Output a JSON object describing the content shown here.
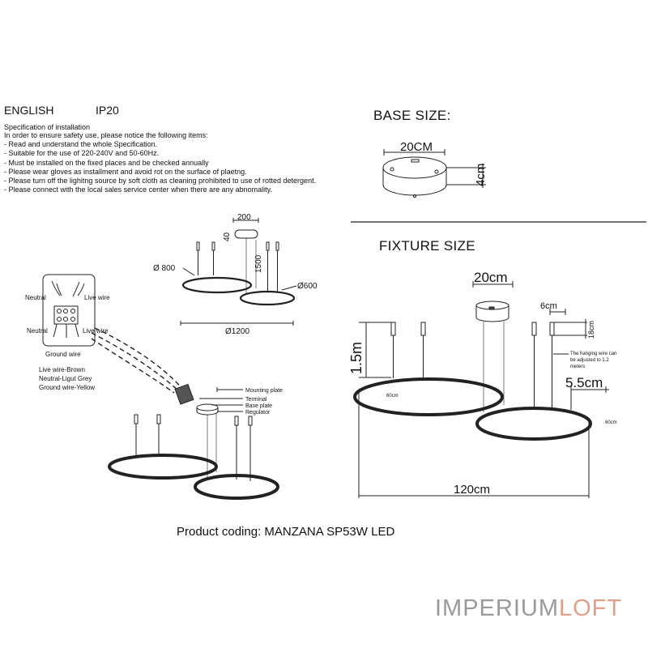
{
  "spec": {
    "language": "ENGLISH",
    "ip_rating": "IP20",
    "title": "Specification of installation",
    "lines": [
      "In order to ensure safety use, please notice the following items:",
      "- Read and understand the whole Specification.",
      "- Suitable for the use of 220-240V and 50-60Hz.",
      "- Must be installed on the fixed places and be checked annually",
      "- Please wear gloves as installment and avoid rot on the surface of plaetng.",
      "- Please turn off the lighitng source by soft cloth as cleaning prohibited to use of rotted detergent.",
      "- Please connect with the local sales service center when there are any abnomality."
    ]
  },
  "base": {
    "title": "BASE SIZE:",
    "diameter": "20CM",
    "height": "4cm"
  },
  "fixture": {
    "title": "FIXTURE SIZE",
    "canopy": "20cm",
    "cable_width": "6cm",
    "cable_top": "18cm",
    "drop": "1.5m",
    "ring_left_label": "60cm",
    "ring_right_label": "60cm",
    "ring_thickness": "5.5cm",
    "overall": "120cm",
    "note_lines": [
      "The hanging wire can",
      "be adjusted to 1.2",
      "meters"
    ]
  },
  "sketch": {
    "base": "200",
    "base_h": "40",
    "drop": "1500",
    "ring_a": "Ø 800",
    "ring_b": "Ø600",
    "overall": "Ø1200"
  },
  "wiring": {
    "neutral_top": "Neutral",
    "live_top": "Live wire",
    "neutral_bottom": "Neutral",
    "live_bottom": "Live wire",
    "ground": "Ground wire",
    "legend": [
      "Live wire-Brown",
      "Neutral-Ligut Grey",
      "Ground wire-Yellow"
    ]
  },
  "mount_labels": {
    "mounting_plate": "Mounting plate",
    "terminal": "Terminal",
    "base_plate": "Base plate",
    "regulator": "Regulator"
  },
  "product_coding": "Product coding: MANZANA SP53W LED",
  "brand": {
    "part1": "IMPERIUM",
    "part2": "LOFT",
    "part2_color": "#e0a08a",
    "part1_color": "#9a9a9a"
  }
}
